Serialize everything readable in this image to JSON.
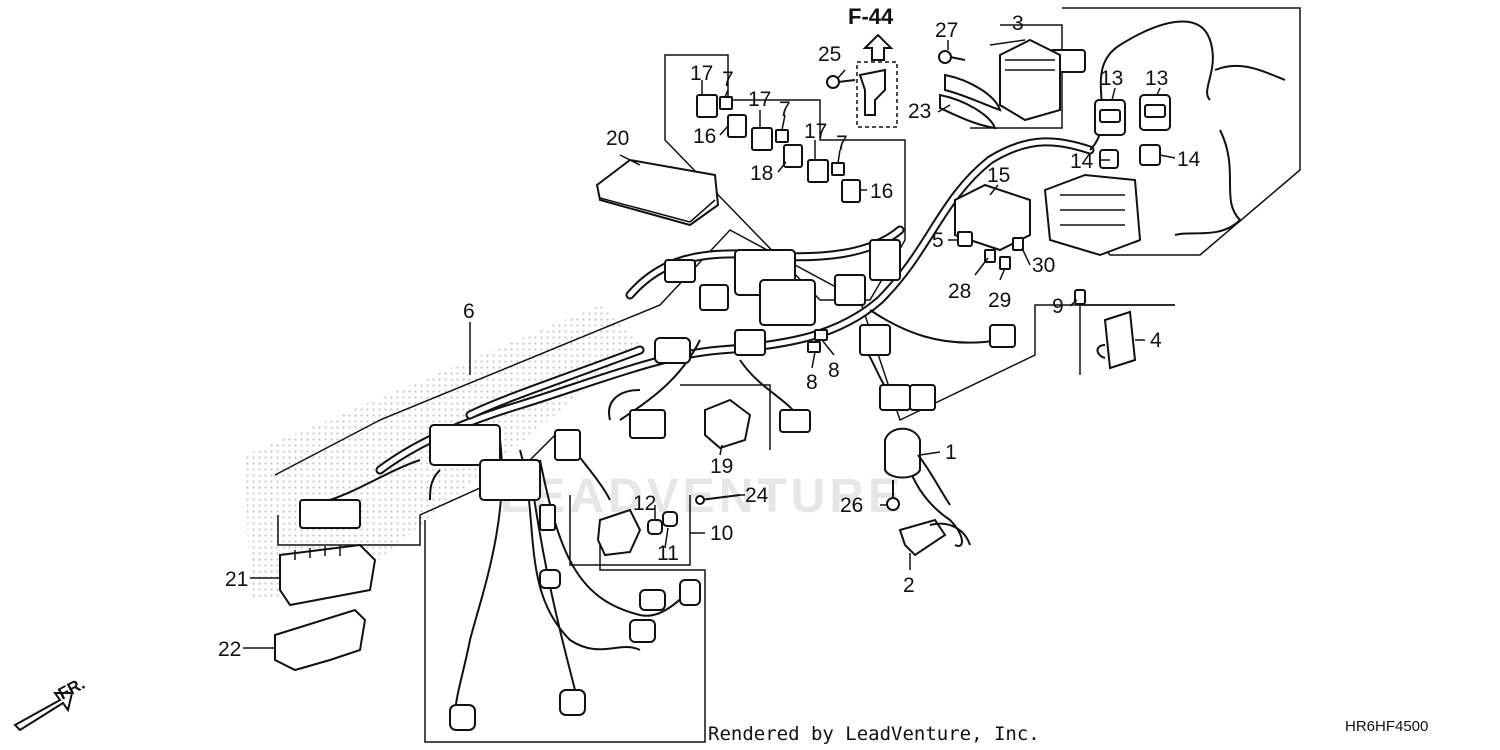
{
  "diagram": {
    "reference": "F-44",
    "front_label": "FR.",
    "credit": "Rendered by LeadVenture, Inc.",
    "diagram_code": "HR6HF4500",
    "watermark": "LEADVENTURE",
    "callouts": {
      "c1": "1",
      "c2": "2",
      "c3": "3",
      "c4": "4",
      "c5": "5",
      "c6": "6",
      "c7a": "7",
      "c7b": "7",
      "c7c": "7",
      "c8a": "8",
      "c8b": "8",
      "c9": "9",
      "c10": "10",
      "c11": "11",
      "c12": "12",
      "c13a": "13",
      "c13b": "13",
      "c14a": "14",
      "c14b": "14",
      "c15": "15",
      "c16a": "16",
      "c16b": "16",
      "c17a": "17",
      "c17b": "17",
      "c17c": "17",
      "c18": "18",
      "c19": "19",
      "c20": "20",
      "c21": "21",
      "c22": "22",
      "c23": "23",
      "c24": "24",
      "c25": "25",
      "c26": "26",
      "c27": "27",
      "c28": "28",
      "c29": "29",
      "c30": "30"
    }
  }
}
